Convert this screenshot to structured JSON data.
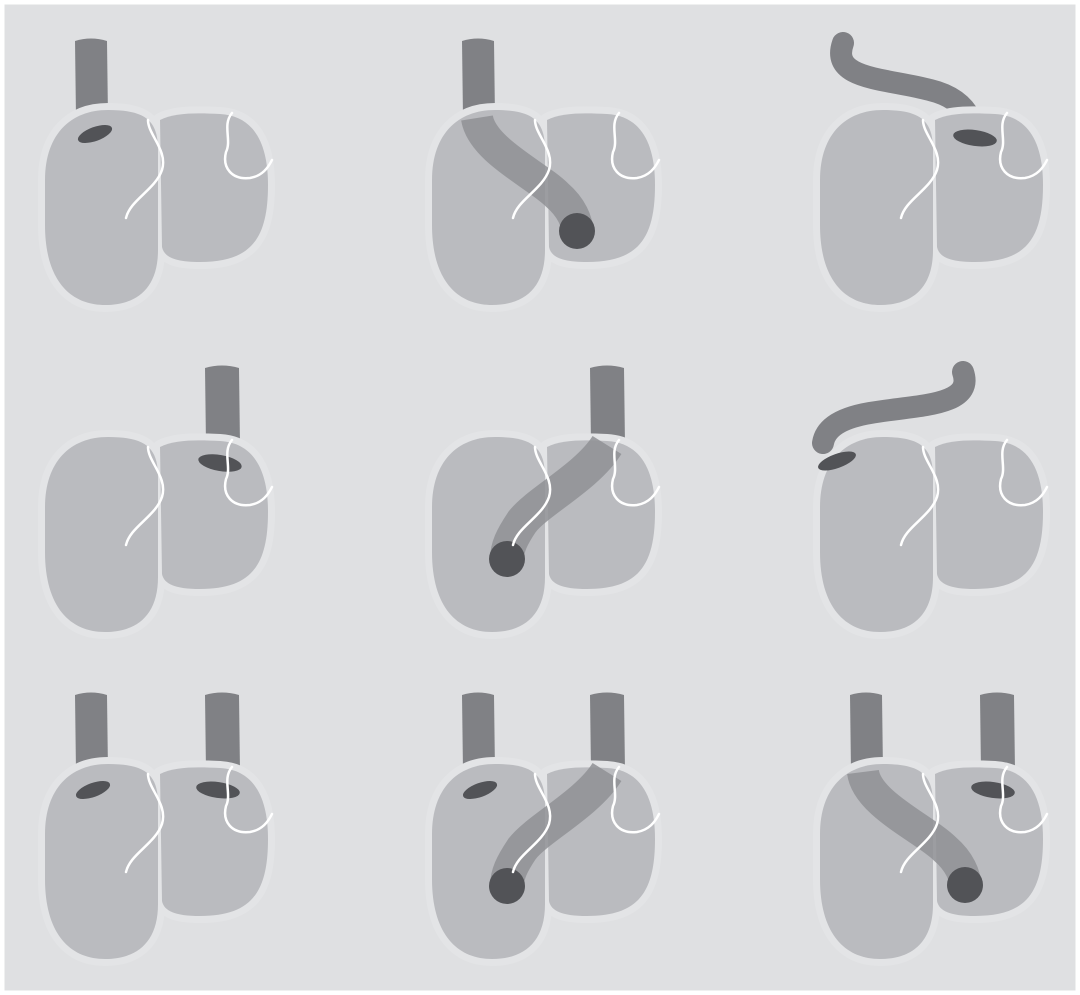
{
  "figure": {
    "background": "#dfe0e2",
    "border": "#ffffff",
    "colors": {
      "halo": "#e3e4e6",
      "pouch": "#babbbf",
      "tube": "#808185",
      "tube_inner": "#8f9094",
      "opening": "#525357",
      "fiber": "#ffffff"
    },
    "panels": [
      {
        "row": 1,
        "col": 1,
        "variant": "left-tube-into-left-pouch"
      },
      {
        "row": 1,
        "col": 2,
        "variant": "left-tube-crossing-to-right-pouch"
      },
      {
        "row": 1,
        "col": 3,
        "variant": "left-curved-tube-into-right-pouch"
      },
      {
        "row": 2,
        "col": 1,
        "variant": "right-tube-into-right-pouch"
      },
      {
        "row": 2,
        "col": 2,
        "variant": "right-tube-crossing-to-left-pouch"
      },
      {
        "row": 2,
        "col": 3,
        "variant": "right-curved-tube-into-left-pouch"
      },
      {
        "row": 3,
        "col": 1,
        "variant": "two-tubes-direct"
      },
      {
        "row": 3,
        "col": 2,
        "variant": "two-tubes-right-crossing"
      },
      {
        "row": 3,
        "col": 3,
        "variant": "two-tubes-left-crossing"
      }
    ]
  }
}
